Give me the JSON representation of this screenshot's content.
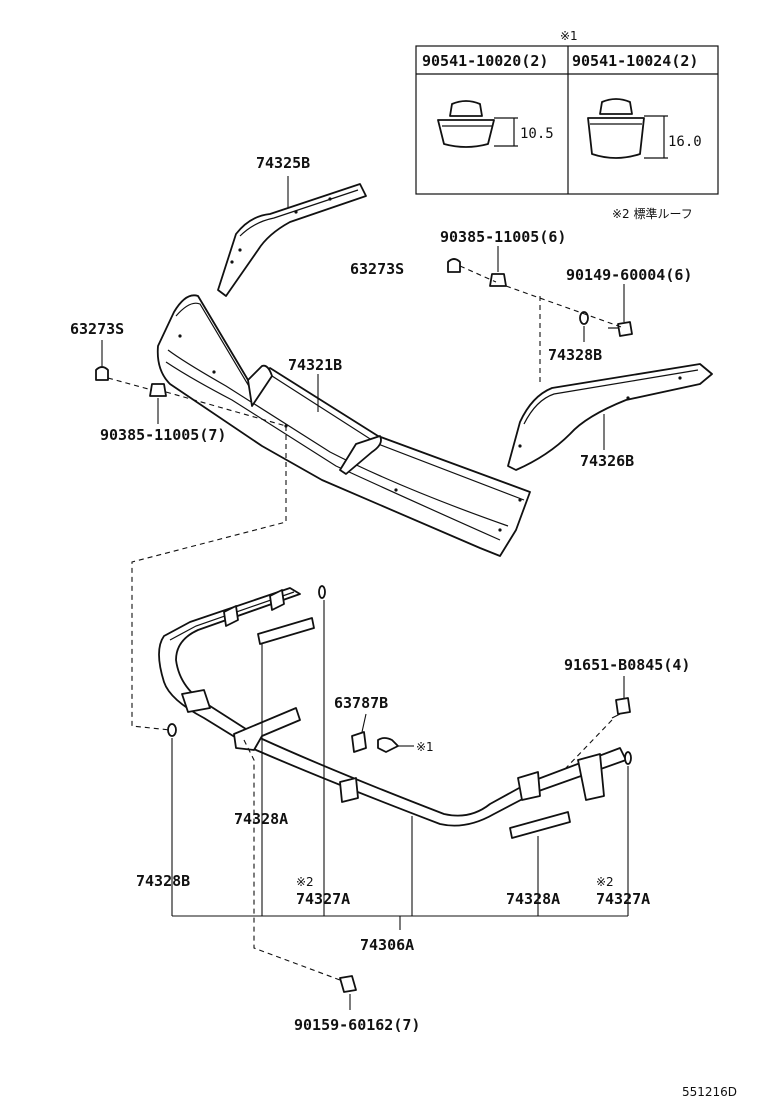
{
  "inset": {
    "note_ref": "※1",
    "left_part": "90541-10020(2)",
    "right_part": "90541-10024(2)",
    "left_dim": "10.5",
    "right_dim": "16.0"
  },
  "note2": "※2 標準ルーフ",
  "labels": {
    "p74325B": "74325B",
    "p63273S_top": "63273S",
    "p90385_top": "90385-11005(6)",
    "p90149": "90149-60004(6)",
    "p74328B_top": "74328B",
    "p63273S_left": "63273S",
    "p74321B": "74321B",
    "p90385_left": "90385-11005(7)",
    "p74326B": "74326B",
    "p91651": "91651-B0845(4)",
    "p63787B": "63787B",
    "p63787B_ref": "※1",
    "p74328A_left": "74328A",
    "p74328B_bottom": "74328B",
    "p74327A_left_ref": "※2",
    "p74327A_left": "74327A",
    "p74328A_right": "74328A",
    "p74327A_right_ref": "※2",
    "p74327A_right": "74327A",
    "p74306A": "74306A",
    "p90159": "90159-60162(7)"
  },
  "drawing_id": "551216D"
}
